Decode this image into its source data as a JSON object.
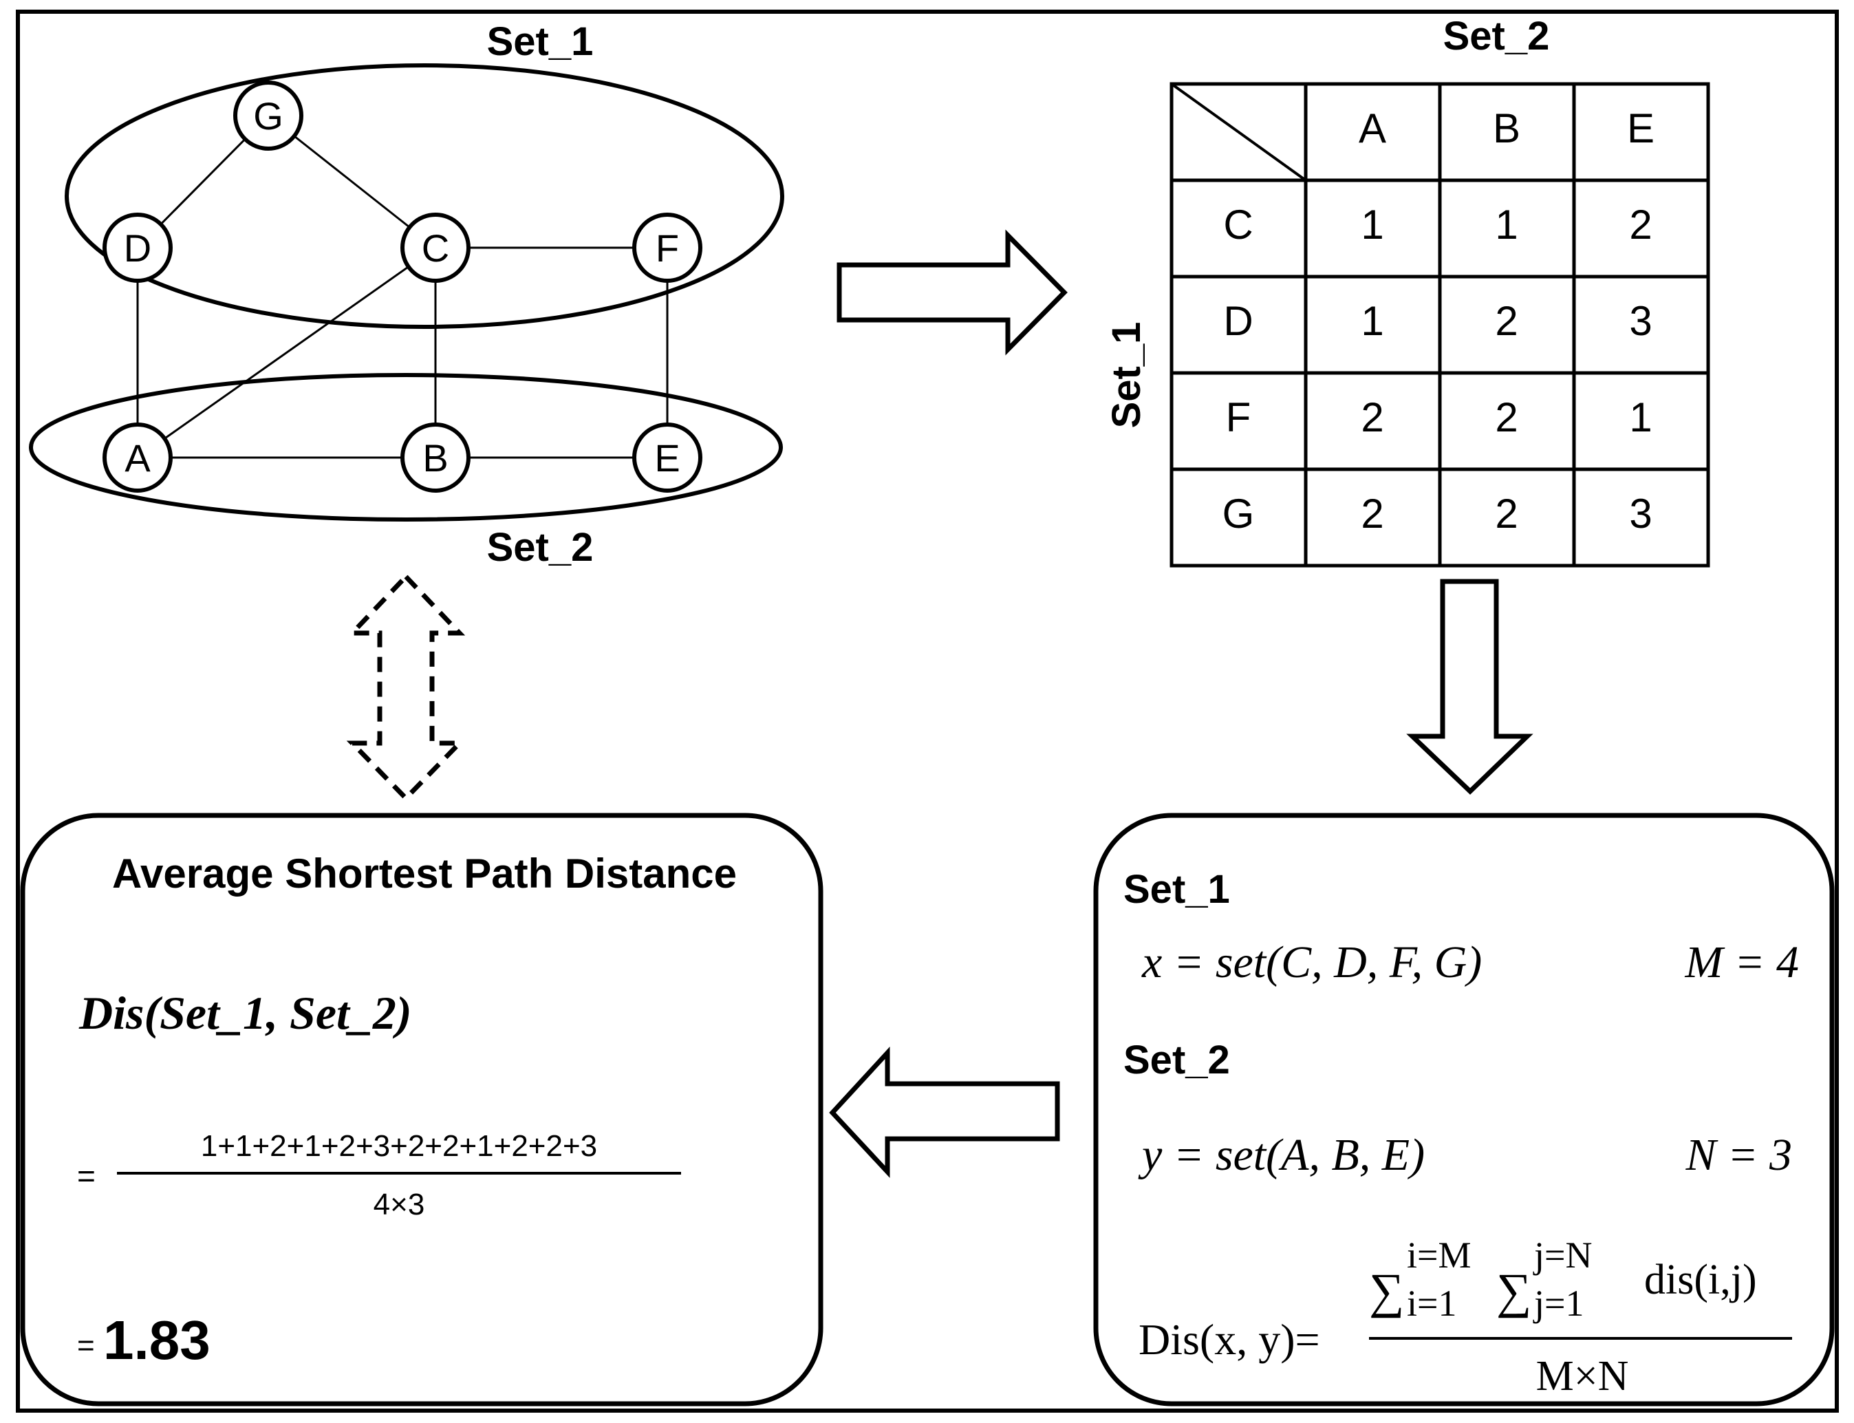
{
  "graph": {
    "set1_label": "Set_1",
    "set2_label": "Set_2",
    "nodes": [
      "G",
      "D",
      "C",
      "F",
      "A",
      "B",
      "E"
    ]
  },
  "table": {
    "top_label": "Set_2",
    "side_label": "Set_1",
    "columns": [
      "A",
      "B",
      "E"
    ],
    "rows": [
      {
        "label": "C",
        "values": [
          "1",
          "1",
          "2"
        ]
      },
      {
        "label": "D",
        "values": [
          "1",
          "2",
          "3"
        ]
      },
      {
        "label": "F",
        "values": [
          "2",
          "2",
          "1"
        ]
      },
      {
        "label": "G",
        "values": [
          "2",
          "2",
          "3"
        ]
      }
    ]
  },
  "definition_box": {
    "set1_heading": "Set_1",
    "x_def": "x = set(C, D, F, G)",
    "m_def": "M = 4",
    "set2_heading": "Set_2",
    "y_def": "y = set(A, B, E)",
    "n_def": "N = 3",
    "formula_lhs": "Dis(x, y)=",
    "sum1": "∑",
    "sum1_sup": "i=M",
    "sum1_sub": "i=1",
    "sum2": "∑",
    "sum2_sup": "j=N",
    "sum2_sub": "j=1",
    "dis_term": "dis(i,j)",
    "denominator": "M×N"
  },
  "result_box": {
    "title": "Average Shortest Path Distance",
    "dis_func": "Dis",
    "dis_args": "(Set_1, Set_2)",
    "equals": "=",
    "numerator": "1+1+2+1+2+3+2+2+1+2+2+3",
    "denominator": "4×3",
    "result_equals": "=",
    "result": "1.83"
  }
}
